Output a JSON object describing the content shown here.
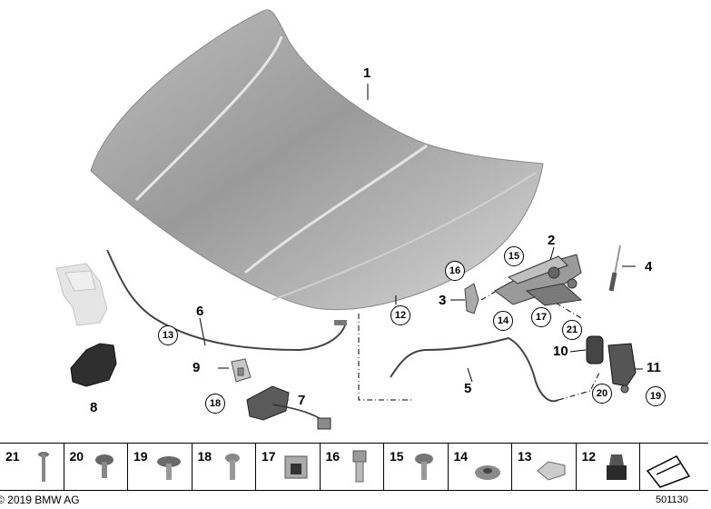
{
  "diagram": {
    "callouts": [
      {
        "id": "c1",
        "text": "1"
      },
      {
        "id": "c2",
        "text": "2"
      },
      {
        "id": "c3",
        "text": "3"
      },
      {
        "id": "c4",
        "text": "4"
      },
      {
        "id": "c5",
        "text": "5"
      },
      {
        "id": "c6",
        "text": "6"
      },
      {
        "id": "c7",
        "text": "7"
      },
      {
        "id": "c8",
        "text": "8"
      },
      {
        "id": "c9",
        "text": "9"
      },
      {
        "id": "c10",
        "text": "10"
      },
      {
        "id": "c11",
        "text": "11"
      },
      {
        "id": "c12",
        "text": "12"
      },
      {
        "id": "c13",
        "text": "13"
      },
      {
        "id": "c14",
        "text": "14"
      },
      {
        "id": "c15",
        "text": "15"
      },
      {
        "id": "c16",
        "text": "16"
      },
      {
        "id": "c17",
        "text": "17"
      },
      {
        "id": "c18",
        "text": "18"
      },
      {
        "id": "c19",
        "text": "19"
      },
      {
        "id": "c20",
        "text": "20"
      },
      {
        "id": "c21",
        "text": "21"
      }
    ]
  },
  "parts_strip": [
    "21",
    "20",
    "19",
    "18",
    "17",
    "16",
    "15",
    "14",
    "13",
    "12"
  ],
  "footer": {
    "copyright": "© 2019 BMW AG",
    "diagram_number": "501130"
  }
}
